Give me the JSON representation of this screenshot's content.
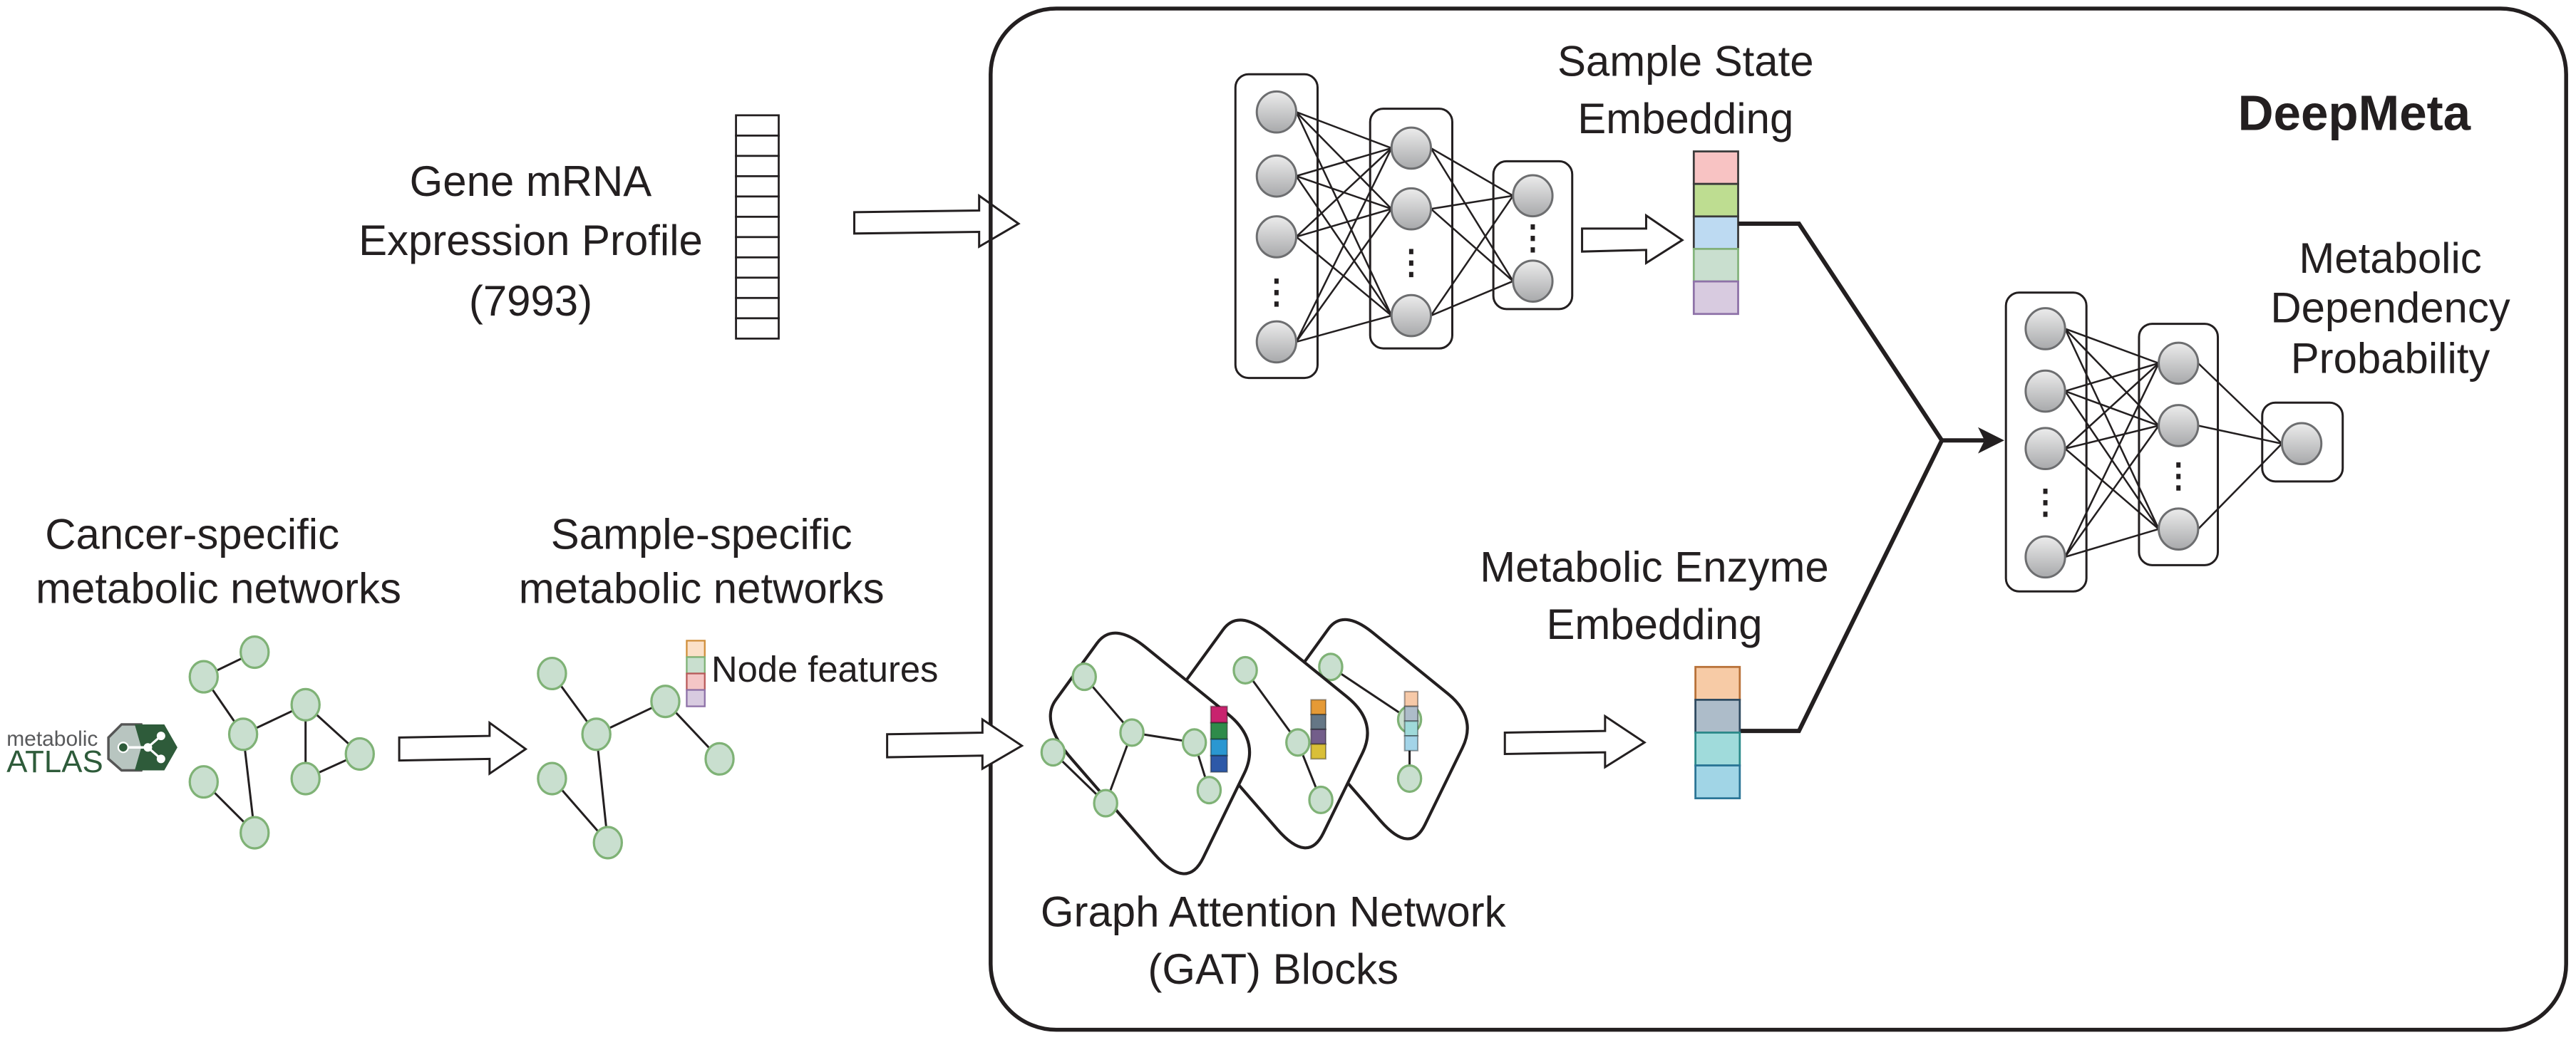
{
  "title": "DeepMeta",
  "inputs": {
    "expression": {
      "lines": [
        "Gene mRNA",
        "Expression Profile",
        "(7993)"
      ],
      "vector_cells": 11
    },
    "cancer_networks": {
      "lines": [
        "Cancer-specific",
        "metabolic networks"
      ],
      "source_logo": {
        "top": "metabolic",
        "bottom": "ATLAS",
        "icon": "metabolic-atlas-hex-share-icon"
      }
    },
    "sample_networks": {
      "lines": [
        "Sample-specific",
        "metabolic networks"
      ],
      "node_features_label": "Node features",
      "node_feature_colors": [
        "#fbe0c8",
        "#c9dfcf",
        "#f4c6c6",
        "#d8cbe0"
      ],
      "node_feature_borders": [
        "#d08f3c",
        "#7fb276",
        "#b85b5b",
        "#8e72a8"
      ]
    }
  },
  "gat": {
    "lines": [
      "Graph Attention Network",
      "(GAT) Blocks"
    ],
    "block_feature_colors": [
      [
        "#c8236e",
        "#2e8b4a",
        "#2a97d1",
        "#2d59a8"
      ],
      [
        "#e59a36",
        "#657786",
        "#735e8a",
        "#d9bf38"
      ],
      [
        "#f6c9a8",
        "#adbcc9",
        "#9fdada",
        "#a3d4e8"
      ]
    ]
  },
  "sample_state_embedding": {
    "lines": [
      "Sample State",
      "Embedding"
    ],
    "colors": [
      "#f8c3c3",
      "#bedd91",
      "#bddaf2",
      "#c9dfcf",
      "#d8cbe0"
    ],
    "borders": [
      "#3a3a3a",
      "#3a3a3a",
      "#3a3a3a",
      "#84b47c",
      "#8e72a8"
    ]
  },
  "enzyme_embedding": {
    "lines": [
      "Metabolic Enzyme",
      "Embedding"
    ],
    "colors": [
      "#f7cba6",
      "#adbcc9",
      "#a0dbdb",
      "#a1d5e6"
    ],
    "borders": [
      "#b87138",
      "#2f4a60",
      "#2b8a8a",
      "#2a7596"
    ]
  },
  "output": {
    "lines": [
      "Metabolic",
      "Dependency",
      "Probability"
    ]
  }
}
